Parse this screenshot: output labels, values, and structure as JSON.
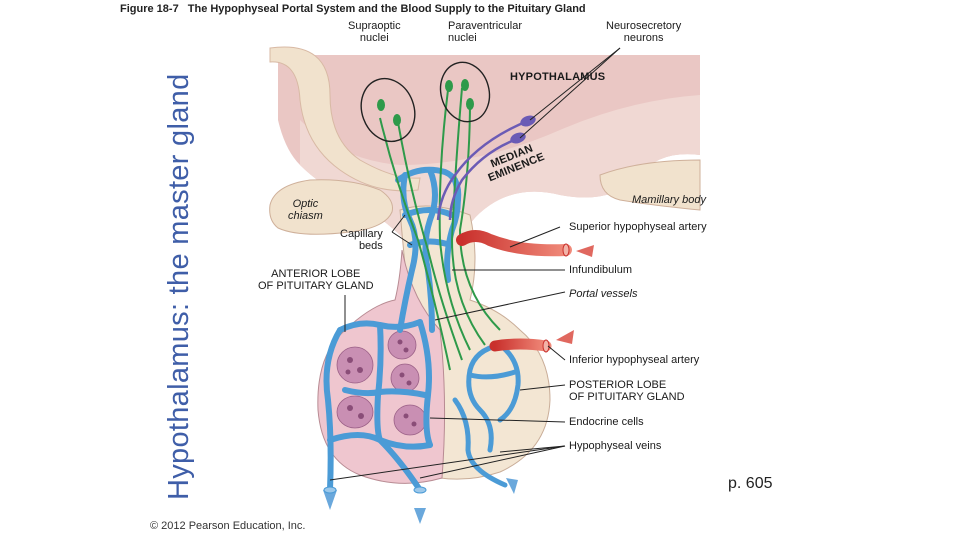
{
  "side_title": "Hypothalamus: the master gland",
  "figure": {
    "number": "Figure 18-7",
    "title": "The Hypophyseal Portal System and the Blood Supply to the Pituitary Gland"
  },
  "labels": {
    "supraoptic": [
      "Supraoptic",
      "nuclei"
    ],
    "paraventricular": [
      "Paraventricular",
      "nuclei"
    ],
    "neurosecretory": [
      "Neurosecretory",
      "neurons"
    ],
    "hypothalamus": "HYPOTHALAMUS",
    "median_eminence": [
      "MEDIAN",
      "EMINENCE"
    ],
    "mamillary_body": "Mamillary body",
    "optic_chiasm": [
      "Optic",
      "chiasm"
    ],
    "capillary_beds": [
      "Capillary",
      "beds"
    ],
    "superior_artery": "Superior hypophyseal artery",
    "infundibulum": "Infundibulum",
    "anterior_lobe": [
      "ANTERIOR LOBE",
      "OF PITUITARY GLAND"
    ],
    "portal_vessels": "Portal vessels",
    "inferior_artery": "Inferior hypophyseal artery",
    "posterior_lobe": [
      "POSTERIOR LOBE",
      "OF PITUITARY GLAND"
    ],
    "endocrine_cells": "Endocrine cells",
    "hypophyseal_veins": "Hypophyseal veins"
  },
  "page_ref": "p. 605",
  "copyright": "© 2012 Pearson Education, Inc.",
  "colors": {
    "side_title": "#3f5ea8",
    "vessel_blue": "#4b9bd6",
    "artery_red": "#d9534f",
    "nerve_green": "#2e9a4a",
    "nerve_purple": "#6b5bb5",
    "tissue_pink": "#efd6d2",
    "tissue_cream": "#f1e4d2"
  }
}
